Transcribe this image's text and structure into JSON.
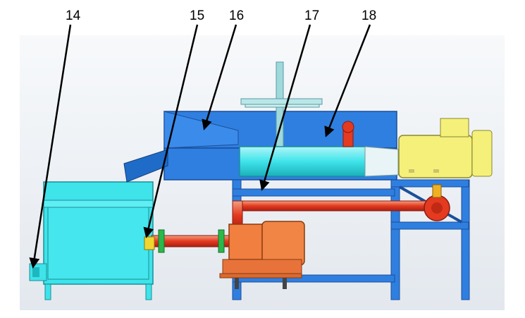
{
  "callouts": [
    {
      "label": "14"
    },
    {
      "label": "15"
    },
    {
      "label": "16"
    },
    {
      "label": "17"
    },
    {
      "label": "18"
    }
  ],
  "colors": {
    "frame_blue": "#2f7fe0",
    "frame_blue_dark": "#1a5fb0",
    "cyan": "#3fe3ea",
    "cyan_dark": "#1fb6c0",
    "pipe_red": "#e43a20",
    "pump_orange": "#f07f40",
    "motor_yellow": "#f4f07a",
    "background": "#e9edf2",
    "arrow": "#000000",
    "fastener_green": "#2bb84a"
  }
}
